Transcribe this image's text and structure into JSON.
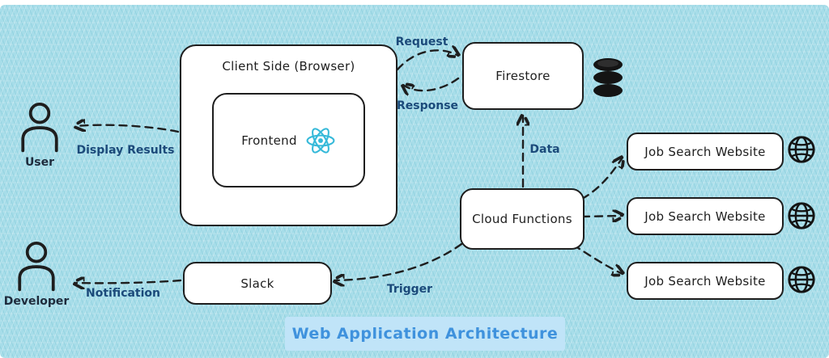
{
  "diagram": {
    "title": "Web Application Architecture",
    "nodes": {
      "client_side": {
        "label": "Client Side (Browser)"
      },
      "frontend": {
        "label": "Frontend",
        "icon": "react-logo-icon"
      },
      "firestore": {
        "label": "Firestore",
        "icon": "database-icon"
      },
      "cloud_functions": {
        "label": "Cloud Functions"
      },
      "slack": {
        "label": "Slack"
      },
      "job_search_1": {
        "label": "Job Search Website",
        "icon": "globe-icon"
      },
      "job_search_2": {
        "label": "Job Search Website",
        "icon": "globe-icon"
      },
      "job_search_3": {
        "label": "Job Search Website",
        "icon": "globe-icon"
      }
    },
    "actors": {
      "user": {
        "label": "User",
        "icon": "person-icon"
      },
      "developer": {
        "label": "Developer",
        "icon": "person-icon"
      }
    },
    "edges": {
      "request": {
        "label": "Request",
        "from": "client_side",
        "to": "firestore"
      },
      "response": {
        "label": "Response",
        "from": "firestore",
        "to": "client_side"
      },
      "display_results": {
        "label": "Display Results",
        "from": "client_side",
        "to": "user"
      },
      "data": {
        "label": "Data",
        "from": "cloud_functions",
        "to": "firestore"
      },
      "to_job_1": {
        "label": "",
        "from": "cloud_functions",
        "to": "job_search_1"
      },
      "to_job_2": {
        "label": "",
        "from": "cloud_functions",
        "to": "job_search_2"
      },
      "to_job_3": {
        "label": "",
        "from": "cloud_functions",
        "to": "job_search_3"
      },
      "trigger": {
        "label": "Trigger",
        "from": "cloud_functions",
        "to": "slack"
      },
      "notification": {
        "label": "Notification",
        "from": "slack",
        "to": "developer"
      }
    },
    "colors": {
      "background": "#a7dde9",
      "node_fill": "#ffffff",
      "node_stroke": "#1e1e1e",
      "edge_stroke": "#1e1e1e",
      "edge_label": "#1b4a7a",
      "react_accent": "#35b9d9",
      "title_text": "#3f92dd",
      "title_bg": "#c0e4f8"
    }
  }
}
